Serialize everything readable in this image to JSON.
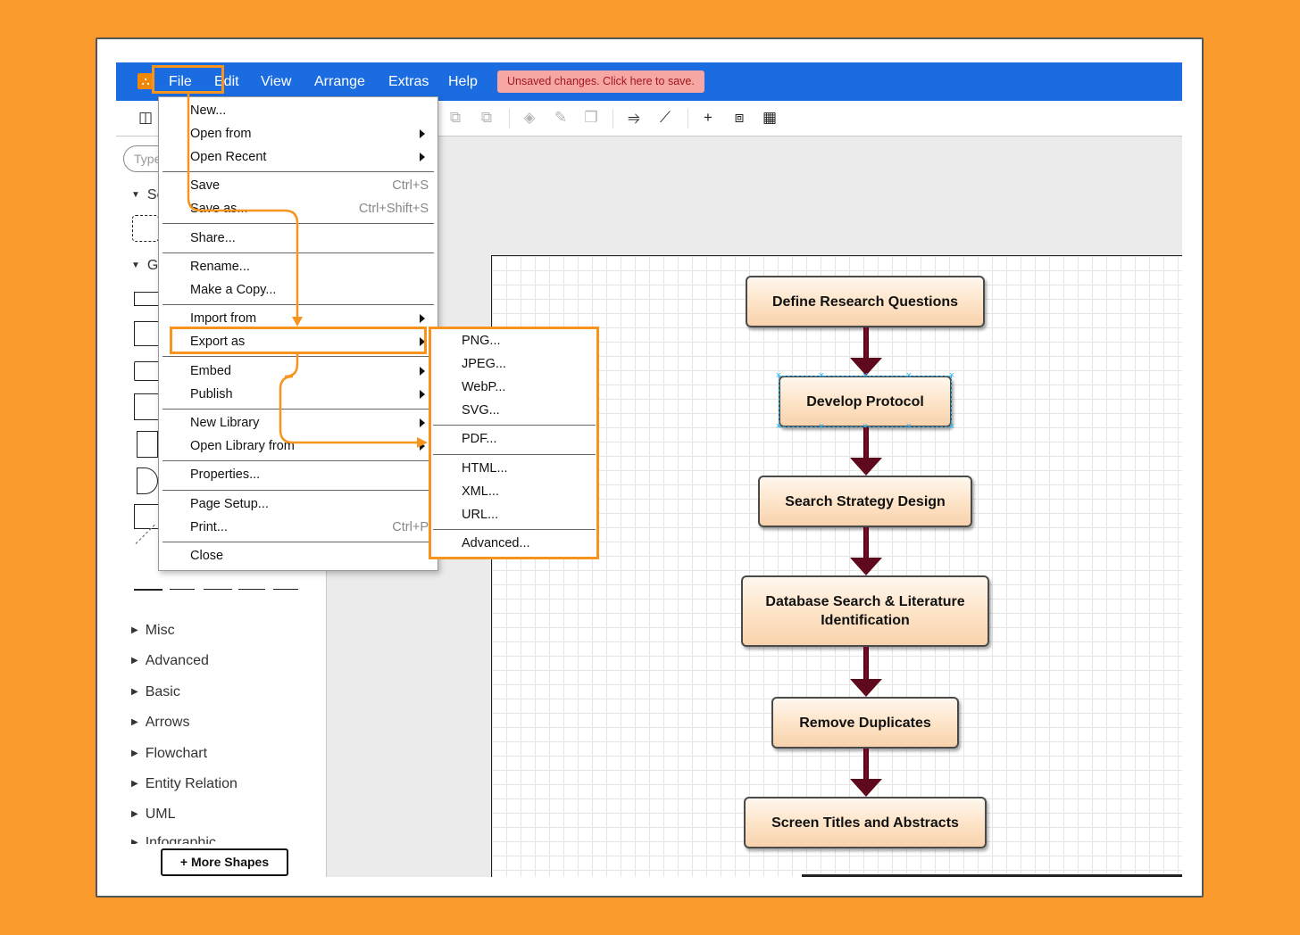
{
  "menubar": {
    "items": [
      "File",
      "Edit",
      "View",
      "Arrange",
      "Extras",
      "Help"
    ],
    "unsaved_banner": "Unsaved changes. Click here to save."
  },
  "sidebar": {
    "search_placeholder": "Type",
    "section_scratchpad": "Sc",
    "section_general": "Ge",
    "categories": [
      "Misc",
      "Advanced",
      "Basic",
      "Arrows",
      "Flowchart",
      "Entity Relation",
      "UML",
      "Infographic"
    ],
    "more_shapes": "More Shapes"
  },
  "file_menu": {
    "items": [
      {
        "label": "New...",
        "shortcut": ""
      },
      {
        "label": "Open from",
        "shortcut": ""
      },
      {
        "label": "Open Recent",
        "shortcut": ""
      },
      {
        "label": "Save",
        "shortcut": "Ctrl+S"
      },
      {
        "label": "Save as...",
        "shortcut": "Ctrl+Shift+S"
      },
      {
        "label": "Share...",
        "shortcut": ""
      },
      {
        "label": "Rename...",
        "shortcut": ""
      },
      {
        "label": "Make a Copy...",
        "shortcut": ""
      },
      {
        "label": "Import from",
        "shortcut": ""
      },
      {
        "label": "Export as",
        "shortcut": ""
      },
      {
        "label": "Embed",
        "shortcut": ""
      },
      {
        "label": "Publish",
        "shortcut": ""
      },
      {
        "label": "New Library",
        "shortcut": ""
      },
      {
        "label": "Open Library from",
        "shortcut": ""
      },
      {
        "label": "Properties...",
        "shortcut": ""
      },
      {
        "label": "Page Setup...",
        "shortcut": ""
      },
      {
        "label": "Print...",
        "shortcut": "Ctrl+P"
      },
      {
        "label": "Close",
        "shortcut": ""
      }
    ]
  },
  "export_submenu": {
    "items": [
      "PNG...",
      "JPEG...",
      "WebP...",
      "SVG...",
      "PDF...",
      "HTML...",
      "XML...",
      "URL...",
      "Advanced..."
    ]
  },
  "diagram": {
    "nodes": [
      "Define Research Questions",
      "Develop Protocol",
      "Search Strategy Design",
      "Database Search & Literature Identification",
      "Remove Duplicates",
      "Screen Titles and Abstracts"
    ]
  },
  "icons": {
    "logo": "drawio-logo-icon",
    "toolbar": [
      "format-panel-icon",
      "to-front-icon",
      "to-back-icon",
      "fill-color-icon",
      "line-color-icon",
      "shadow-icon",
      "connection-icon",
      "waypoint-icon",
      "insert-plus-icon",
      "shapes-icon",
      "table-icon"
    ]
  },
  "colors": {
    "background": "#fb9a2c",
    "menubar": "#1a6ce0",
    "highlight": "#f7941d",
    "banner": "#f6a7a4",
    "banner_text": "#a1191d",
    "node_fill": "#fde3c6",
    "connector": "#6b0a22"
  }
}
